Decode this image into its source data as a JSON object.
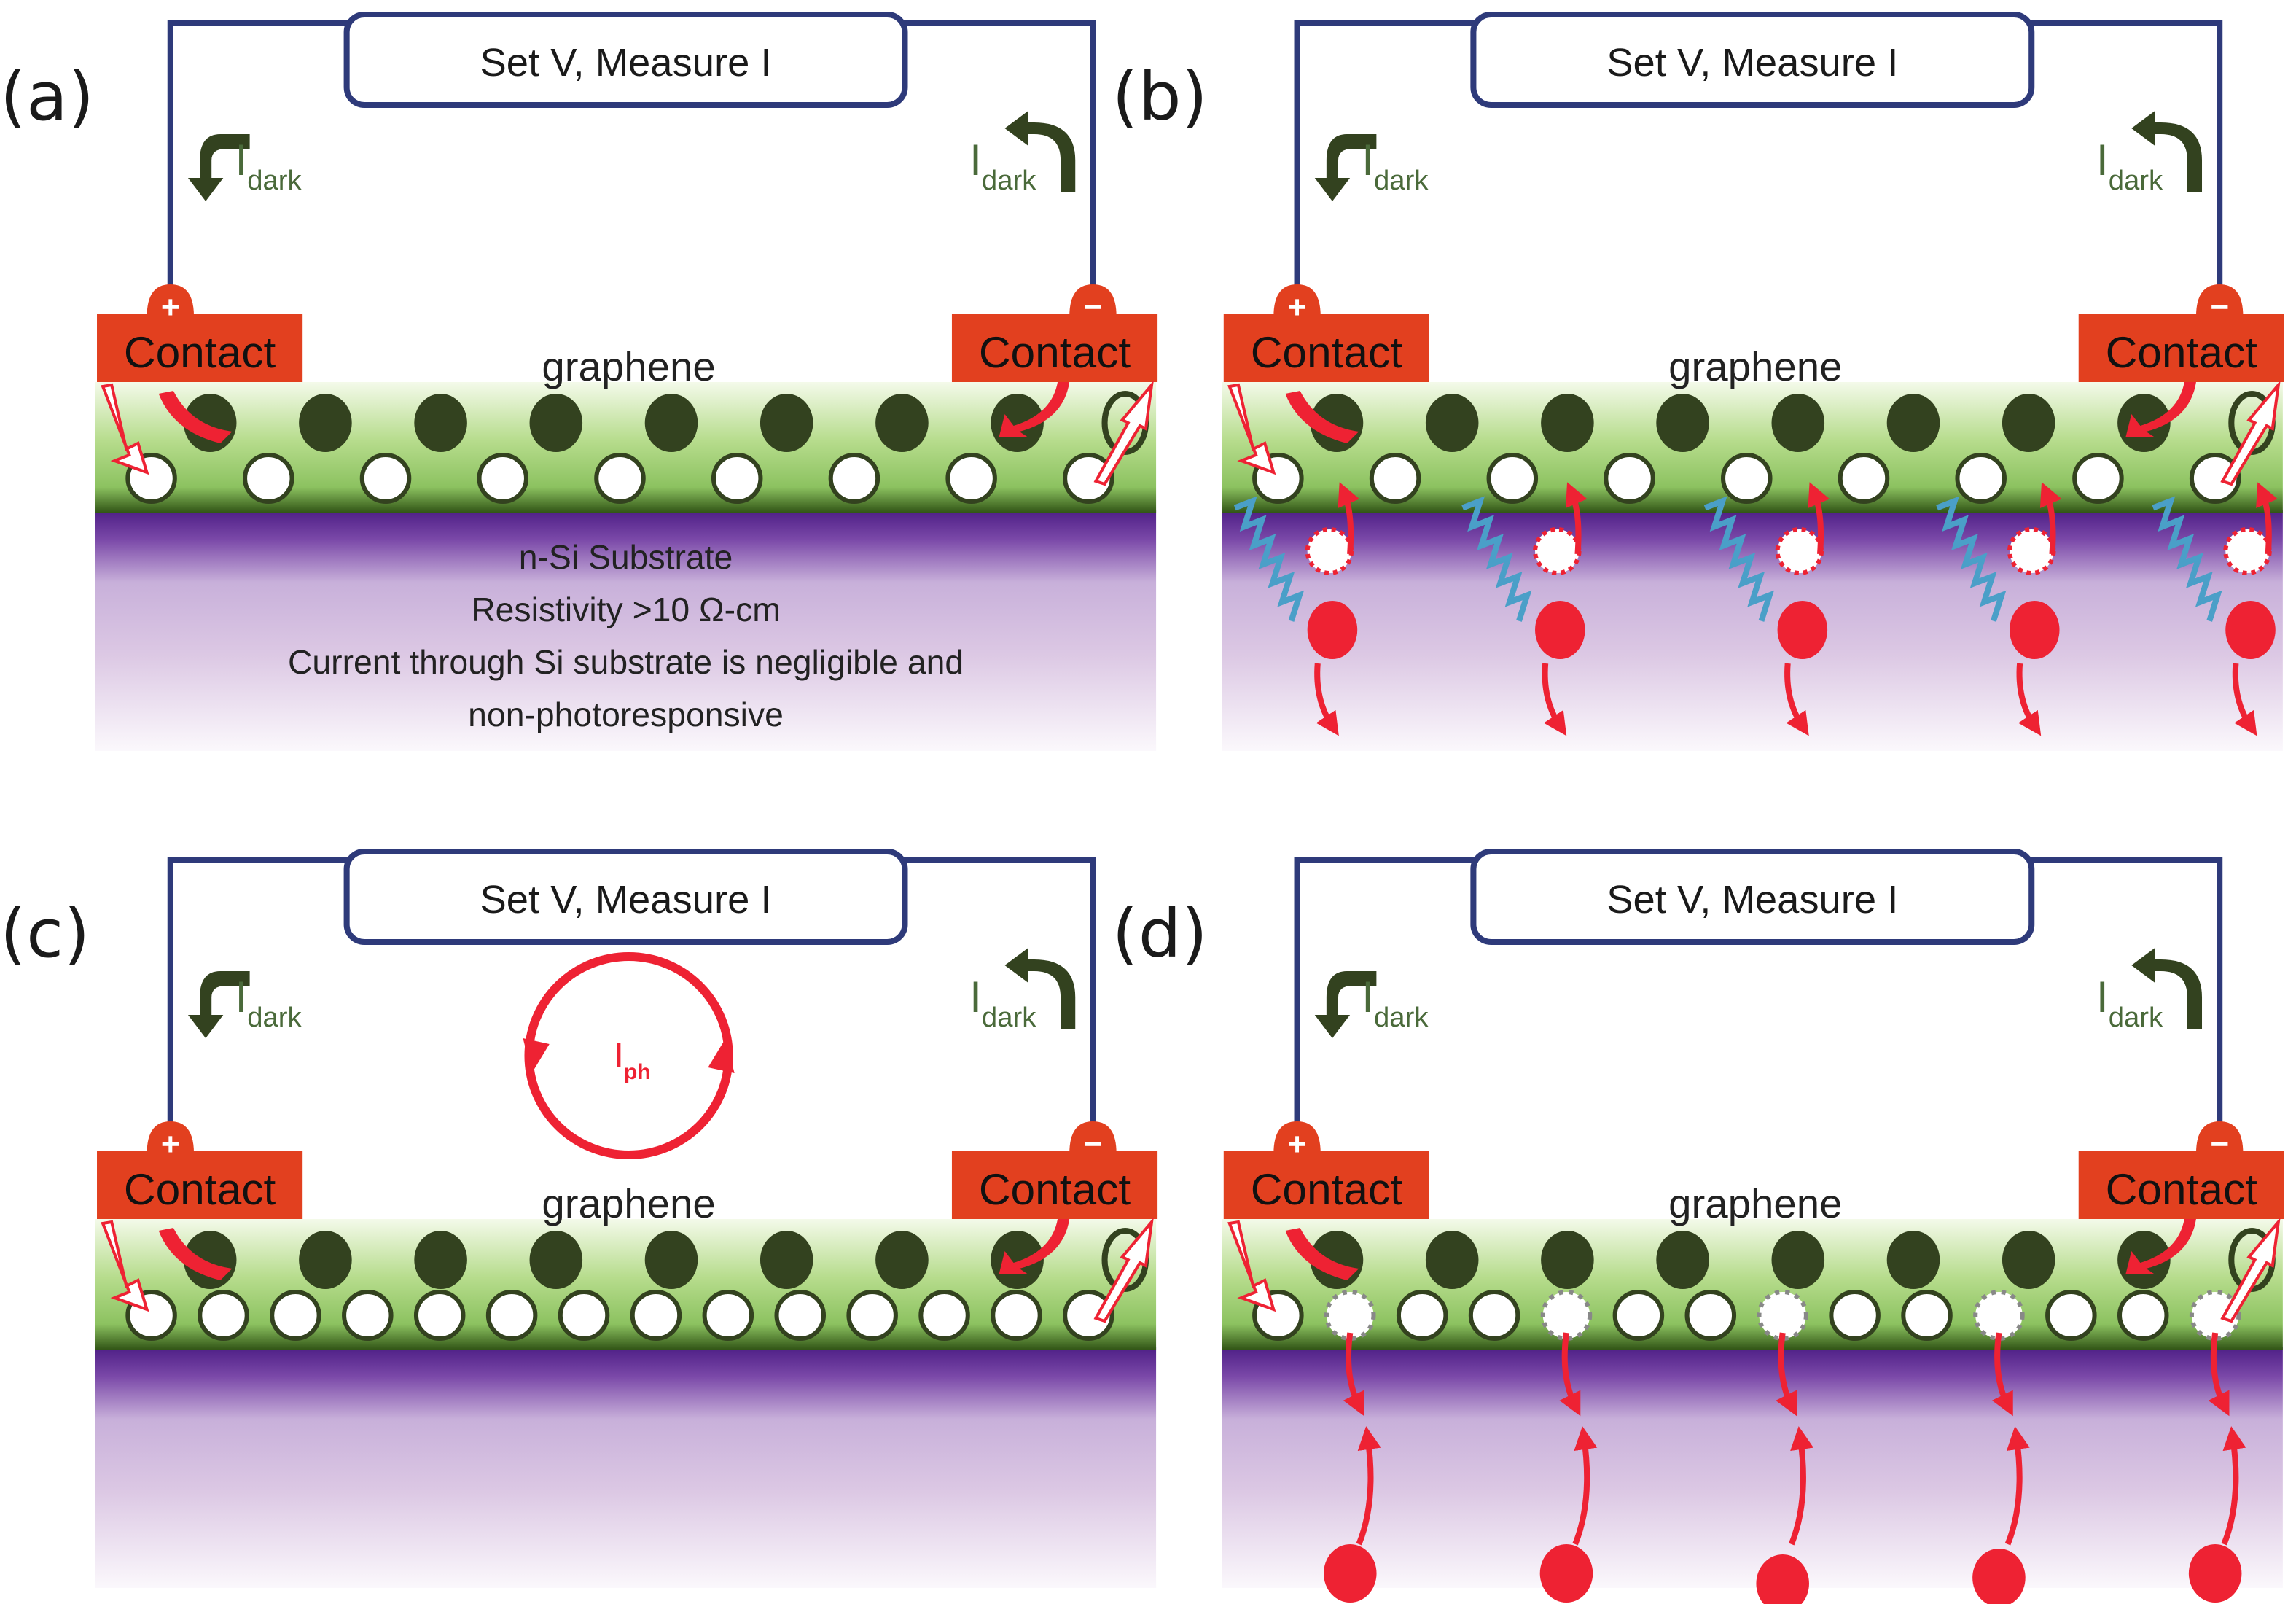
{
  "figure": {
    "panels": [
      {
        "id": "a",
        "label": "(a)",
        "meter_label": "Set V, Measure I",
        "left_current": {
          "symbol": "I",
          "subscript": "dark"
        },
        "right_current": {
          "symbol": "I",
          "subscript": "dark"
        },
        "left_contact": {
          "label": "Contact",
          "polarity": "+"
        },
        "right_contact": {
          "label": "Contact",
          "polarity": "−"
        },
        "layer_label": "graphene",
        "electrons": 8,
        "holes": 9,
        "substrate_lines": [
          "n-Si Substrate",
          "Resistivity >10 Ω-cm",
          "Current through Si substrate is negligible and",
          "non-photoresponsive"
        ],
        "variant": "dark"
      },
      {
        "id": "b",
        "label": "(b)",
        "meter_label": "Set V, Measure I",
        "left_current": {
          "symbol": "I",
          "subscript": "dark"
        },
        "right_current": {
          "symbol": "I",
          "subscript": "dark"
        },
        "left_contact": {
          "label": "Contact",
          "polarity": "+"
        },
        "right_contact": {
          "label": "Contact",
          "polarity": "−"
        },
        "layer_label": "graphene",
        "electrons": 8,
        "holes": 9,
        "photon_events": 5,
        "variant": "illumination"
      },
      {
        "id": "c",
        "label": "(c)",
        "meter_label": "Set V, Measure I",
        "left_current": {
          "symbol": "I",
          "subscript": "dark"
        },
        "right_current": {
          "symbol": "I",
          "subscript": "dark"
        },
        "photocurrent": {
          "symbol": "I",
          "subscript": "ph"
        },
        "left_contact": {
          "label": "Contact",
          "polarity": "+"
        },
        "right_contact": {
          "label": "Contact",
          "polarity": "−"
        },
        "layer_label": "graphene",
        "electrons": 8,
        "holes": 14,
        "variant": "photocurrent"
      },
      {
        "id": "d",
        "label": "(d)",
        "meter_label": "Set V, Measure I",
        "left_current": {
          "symbol": "I",
          "subscript": "dark"
        },
        "right_current": {
          "symbol": "I",
          "subscript": "dark"
        },
        "left_contact": {
          "label": "Contact",
          "polarity": "+"
        },
        "right_contact": {
          "label": "Contact",
          "polarity": "−"
        },
        "layer_label": "graphene",
        "electrons": 8,
        "holes": 14,
        "recombination_events": 5,
        "variant": "recombination"
      }
    ],
    "colors": {
      "wire": "#2e3a7a",
      "contact": "#e2401f",
      "electron": "#33421f",
      "dark_arrow": "#33421f",
      "idark_text": "#4a6a3a",
      "graphene_light": "#eef7e2",
      "graphene_mid": "#a8d47c",
      "graphene_dark": "#3f6a1c",
      "substrate_top": "#5a2a8c",
      "substrate_bottom": "#f8f3fa",
      "carrier_red": "#ee2233",
      "photon_blue": "#4a9fc8"
    }
  }
}
